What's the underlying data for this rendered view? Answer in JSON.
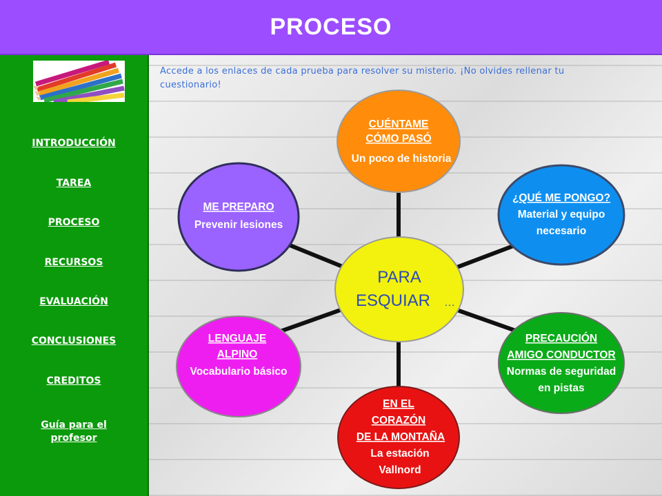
{
  "header": {
    "title": "PROCESO"
  },
  "sidebar": {
    "logo_icon": "colored-pencils-image",
    "items": [
      {
        "label": "INTRODUCCIÓN"
      },
      {
        "label": "TAREA"
      },
      {
        "label": "PROCESO"
      },
      {
        "label": "RECURSOS"
      },
      {
        "label": "EVALUACIÓN"
      },
      {
        "label": "CONCLUSIONES"
      },
      {
        "label": "CREDITOS"
      },
      {
        "label_line1": "Guía para el",
        "label_line2": "profesor"
      }
    ]
  },
  "main": {
    "intro": "Accede a los enlaces de cada prueba para resolver su misterio. ¡No olvides rellenar tu cuestionario!"
  },
  "diagram": {
    "center": {
      "line1": "PARA",
      "line2": "ESQUIAR",
      "suffix": "…",
      "color": "#f2f20e"
    },
    "nodes": [
      {
        "id": "cuentame",
        "color": "#ff8c0a",
        "link1": "CUÉNTAME ",
        "link2": "CÓMO PASÓ",
        "desc1": "Un poco de historia"
      },
      {
        "id": "que-me-pongo",
        "color": "#0e8ff0",
        "link1": "¿QUÉ ME PONGO?",
        "desc1": "Material y equipo",
        "desc2": "necesario"
      },
      {
        "id": "precaucion",
        "color": "#0aab18",
        "link1": "PRECAUCIÓN ",
        "link2": "AMIGO CONDUCTOR",
        "desc1": "Normas de seguridad",
        "desc2": "en pistas"
      },
      {
        "id": "corazon",
        "color": "#e81212",
        "link1": "EN EL ",
        "link2": "CORAZÓN ",
        "link3": "DE LA MONTAÑA",
        "desc1": "La estación",
        "desc2": "Vallnord"
      },
      {
        "id": "lenguaje",
        "color": "#ee1ef0",
        "link1": "LENGUAJE ",
        "link2": "ALPINO",
        "desc1": "Vocabulario básico"
      },
      {
        "id": "me-preparo",
        "color": "#9a62ff",
        "link1": "ME PREPARO",
        "desc1": "Prevenir lesiones"
      }
    ]
  }
}
